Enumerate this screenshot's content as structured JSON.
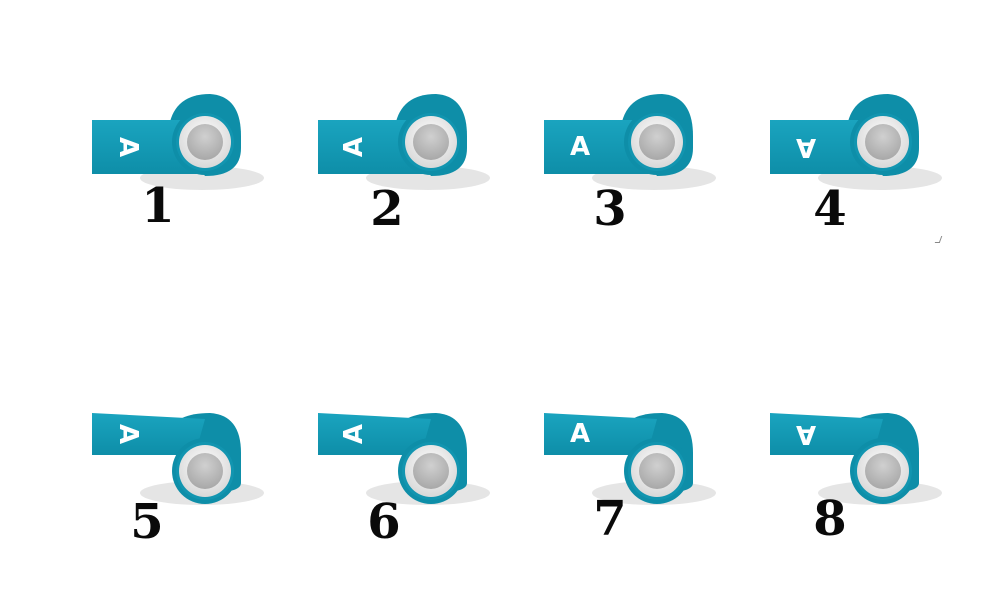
{
  "colors": {
    "tape_dark": "#0e8ea8",
    "tape_light": "#1aa4bf",
    "core_outer": "#d8d8d8",
    "core_inner": "#a8a8a8",
    "letter": "#ffffff",
    "number": "#0a0a0a"
  },
  "tape_letter": "A",
  "rolls": [
    {
      "label": "1",
      "letter_orientation": "rotated-right",
      "tape_side": "bottom"
    },
    {
      "label": "2",
      "letter_orientation": "rotated-left",
      "tape_side": "bottom"
    },
    {
      "label": "3",
      "letter_orientation": "upright",
      "tape_side": "bottom"
    },
    {
      "label": "4",
      "letter_orientation": "inverted",
      "tape_side": "bottom"
    },
    {
      "label": "5",
      "letter_orientation": "rotated-right",
      "tape_side": "top"
    },
    {
      "label": "6",
      "letter_orientation": "rotated-left",
      "tape_side": "top"
    },
    {
      "label": "7",
      "letter_orientation": "upright",
      "tape_side": "top"
    },
    {
      "label": "8",
      "letter_orientation": "inverted",
      "tape_side": "top"
    }
  ]
}
